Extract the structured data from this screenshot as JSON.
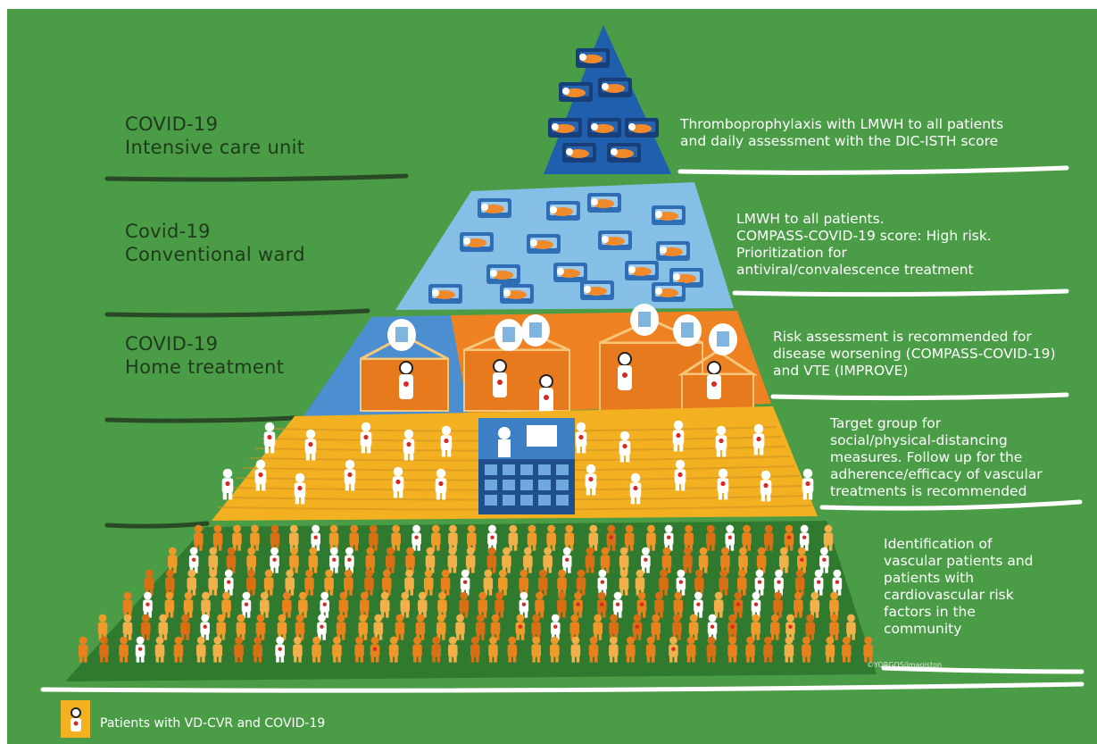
{
  "levels": [
    {
      "key": "icu",
      "title": [
        "COVID-19",
        "Intensive care unit"
      ],
      "description": [
        "Thromboprophylaxis with LMWH to all patients",
        "and daily assessment with the DIC-ISTH score"
      ]
    },
    {
      "key": "ward",
      "title": [
        "Covid-19",
        "Conventional ward"
      ],
      "description": [
        "LMWH to all patients.",
        "COMPASS-COVID-19 score: High risk.",
        "Prioritization for",
        "antiviral/convalescence treatment"
      ]
    },
    {
      "key": "home",
      "title": [
        "COVID-19",
        "Home treatment"
      ],
      "description": [
        "Risk assessment is recommended for",
        "disease worsening (COMPASS-COVID-19)",
        "and VTE (IMPROVE)"
      ]
    },
    {
      "key": "target",
      "title": [],
      "description": [
        "Target group for",
        "social/physical-distancing",
        "measures. Follow up for the",
        "adherence/efficacy of vascular",
        "treatments is recommended"
      ]
    },
    {
      "key": "community",
      "title": [],
      "description": [
        "Identification of",
        "vascular patients and",
        "patients with",
        "cardiovascular risk",
        "factors in the",
        "community"
      ]
    }
  ],
  "legend": {
    "label": "Patients with VD-CVR and COVID-19",
    "icon": "patient-with-virus-icon"
  },
  "credit": "©YORGOS/imagiston",
  "colors": {
    "background": "#4a9c46",
    "icu": "#1f5fae",
    "ward": "#86bfe6",
    "home_orange": "#ee8122",
    "home_blue": "#4b8fd0",
    "target": "#f3b020",
    "community": "#2f7a2f",
    "figure_orange": "#e8801c",
    "figure_white": "#ffffff",
    "heart": "#d62b24"
  }
}
